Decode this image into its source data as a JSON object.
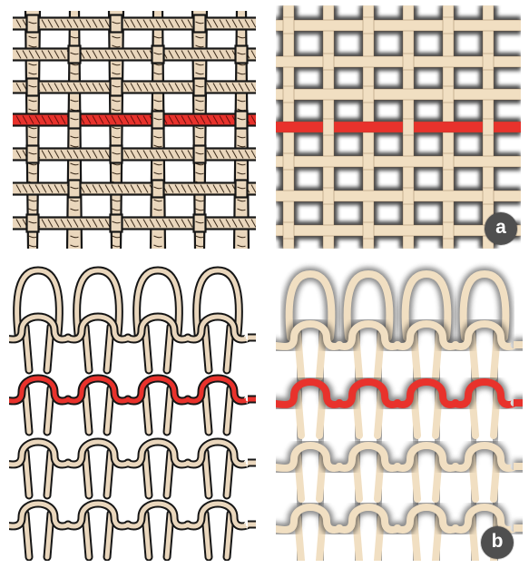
{
  "figure": {
    "panels": [
      {
        "id": "weave-illustration",
        "kind": "woven",
        "style": "illustration"
      },
      {
        "id": "weave-render",
        "kind": "woven",
        "style": "render",
        "badge": "a"
      },
      {
        "id": "knit-illustration",
        "kind": "knit",
        "style": "illustration"
      },
      {
        "id": "knit-render",
        "kind": "knit",
        "style": "render",
        "badge": "b"
      }
    ]
  },
  "colors": {
    "yarn": "#ead7bd",
    "yarn_render": "#f1dfc2",
    "highlight": "#e8322c",
    "outline": "#161616",
    "render_gap": "#2a2a2a",
    "badge_bg": "#4f4f4f",
    "badge_text": "#ffffff"
  },
  "labels": {
    "a": "a",
    "b": "b"
  }
}
